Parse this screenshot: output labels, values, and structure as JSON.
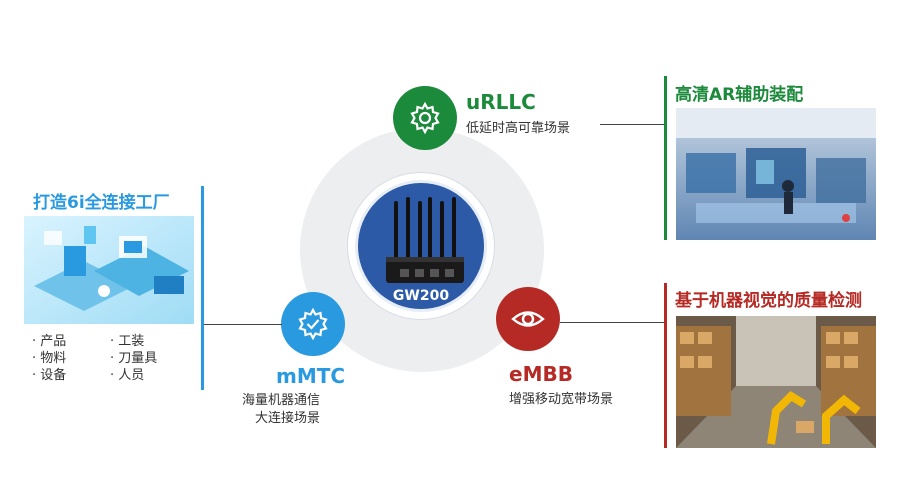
{
  "center": {
    "device_label": "GW200"
  },
  "urllc": {
    "title": "uRLLC",
    "subtitle": "低延时高可靠场景",
    "icon": "gear-icon",
    "color": "#1c8a3b"
  },
  "mmtc": {
    "title": "mMTC",
    "subtitle_line1": "海量机器通信",
    "subtitle_line2": "大连接场景",
    "icon": "gear-check-icon",
    "color": "#2a9ae0"
  },
  "embb": {
    "title": "eMBB",
    "subtitle": "增强移动宽带场景",
    "icon": "eye-icon",
    "color": "#b52a25"
  },
  "left_panel": {
    "title": "打造6i全连接工厂",
    "bullets_col1": [
      "· 产品",
      "· 物料",
      "· 设备"
    ],
    "bullets_col2": [
      "· 工装",
      "· 刀量具",
      "· 人员"
    ]
  },
  "right_top_panel": {
    "title": "高清AR辅助装配"
  },
  "right_bottom_panel": {
    "title": "基于机器视觉的质量检测"
  }
}
